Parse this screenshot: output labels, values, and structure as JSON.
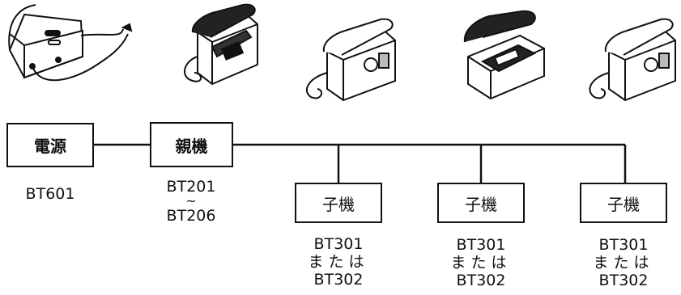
{
  "power_unit": {
    "box_label": "電源",
    "model": "BT601"
  },
  "master_unit": {
    "box_label": "親機",
    "model_from": "BT201",
    "range_mark": "~",
    "model_to": "BT206"
  },
  "slave_units": [
    {
      "box_label": "子機",
      "model_a": "BT301",
      "conjunction": "または",
      "model_b": "BT302"
    },
    {
      "box_label": "子機",
      "model_a": "BT301",
      "conjunction": "または",
      "model_b": "BT302"
    },
    {
      "box_label": "子機",
      "model_a": "BT301",
      "conjunction": "または",
      "model_b": "BT302"
    }
  ],
  "illustrations": [
    "power-adapter-icon",
    "wall-telephone-icon",
    "wall-telephone-icon",
    "desk-telephone-icon",
    "wall-telephone-icon"
  ]
}
